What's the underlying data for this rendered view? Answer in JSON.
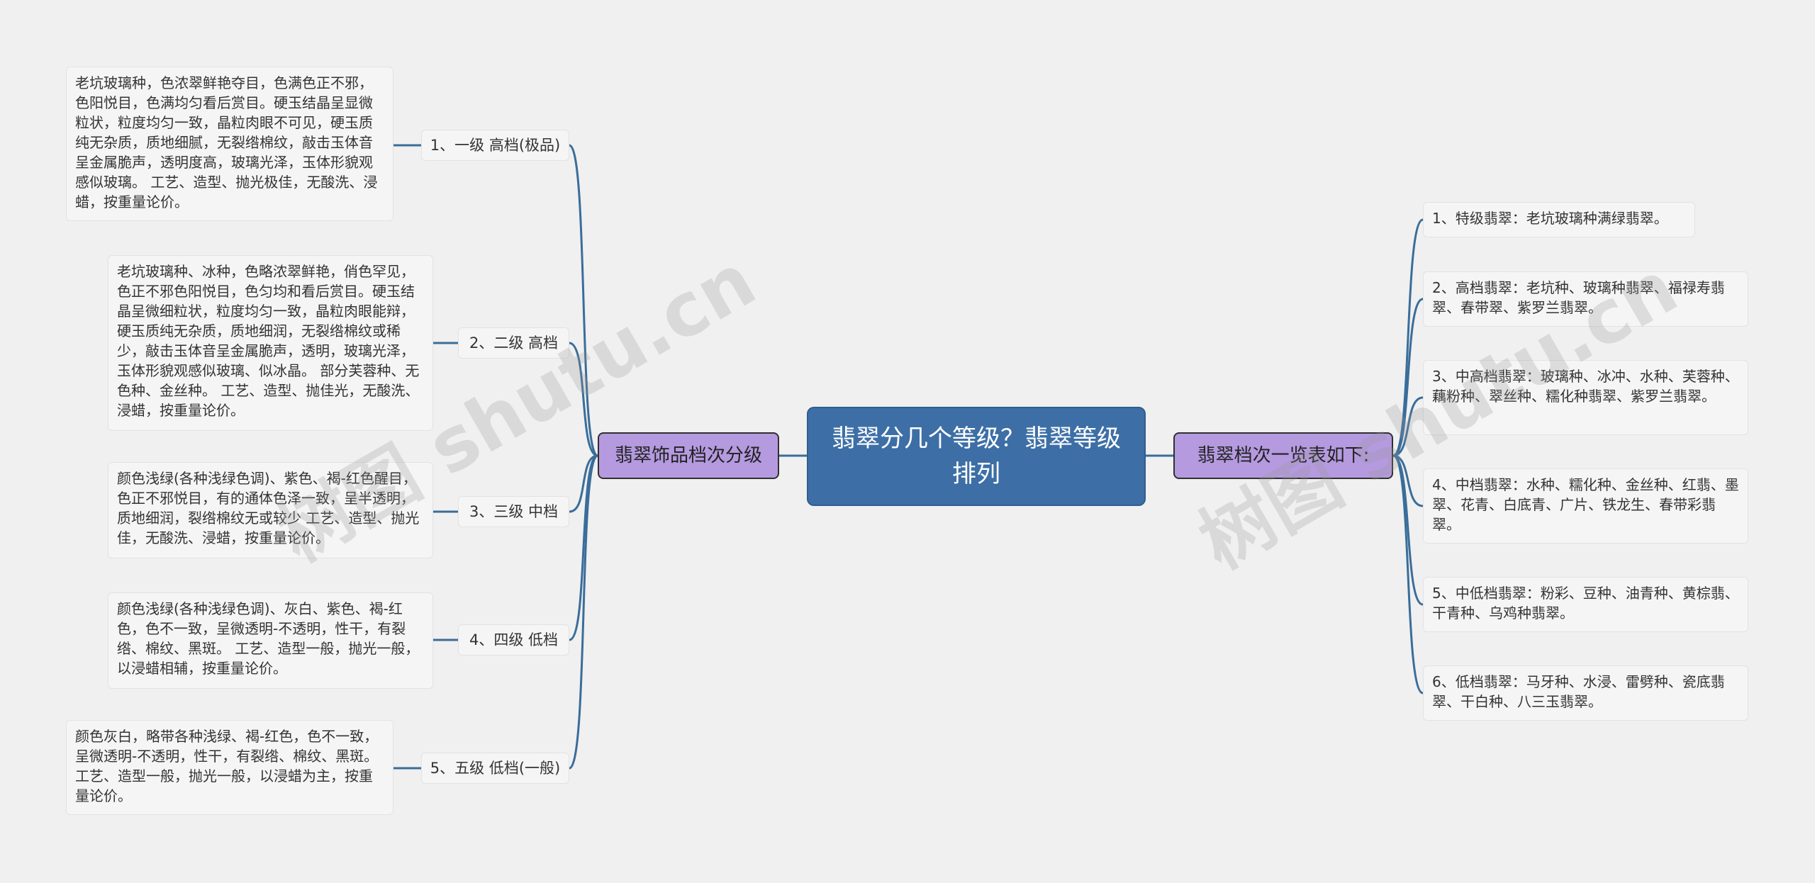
{
  "root": {
    "title": "翡翠分几个等级？翡翠等级排列"
  },
  "left_branch": {
    "title": "翡翠饰品档次分级",
    "grades": [
      {
        "label": "1、一级 高档(极品)",
        "detail": "老坑玻璃种，色浓翠鲜艳夺目，色满色正不邪，色阳悦目，色满均匀看后赏目。硬玉结晶呈显微粒状，粒度均匀一致，晶粒肉眼不可见，硬玉质纯无杂质，质地细腻，无裂绺棉纹，敲击玉体音呈金属脆声，透明度高，玻璃光泽，玉体形貌观感似玻璃。 工艺、造型、抛光极佳，无酸洗、浸蜡，按重量论价。"
      },
      {
        "label": "2、二级 高档",
        "detail": "老坑玻璃种、冰种，色略浓翠鲜艳，俏色罕见，色正不邪色阳悦目，色匀均和看后赏目。硬玉结晶呈微细粒状，粒度均匀一致，晶粒肉眼能辩，硬玉质纯无杂质，质地细润，无裂绺棉纹或稀少，敲击玉体音呈金属脆声，透明，玻璃光泽，玉体形貌观感似玻璃、似冰晶。 部分芙蓉种、无色种、金丝种。 工艺、造型、抛佳光，无酸洗、浸蜡，按重量论价。"
      },
      {
        "label": "3、三级 中档",
        "detail": "颜色浅绿(各种浅绿色调)、紫色、褐-红色醒目，色正不邪悦目，有的通体色泽一致，呈半透明，质地细润，裂绺棉纹无或较少 工艺、造型、抛光佳，无酸洗、浸蜡，按重量论价。"
      },
      {
        "label": "4、四级 低档",
        "detail": "颜色浅绿(各种浅绿色调)、灰白、紫色、褐-红色，色不一致，呈微透明-不透明，性干，有裂绺、棉纹、黑斑。 工艺、造型一般，抛光一般，以浸蜡相辅，按重量论价。"
      },
      {
        "label": "5、五级 低档(一般)",
        "detail": "颜色灰白，略带各种浅绿、褐-红色，色不一致，呈微透明-不透明，性干，有裂绺、棉纹、黑斑。 工艺、造型一般，抛光一般，以浸蜡为主，按重量论价。"
      }
    ]
  },
  "right_branch": {
    "title": "翡翠档次一览表如下:",
    "items": [
      "1、特级翡翠：老坑玻璃种满绿翡翠。",
      "2、高档翡翠：老坑种、玻璃种翡翠、福禄寿翡翠、春带翠、紫罗兰翡翠。",
      "3、中高档翡翠：玻璃种、冰冲、水种、芙蓉种、藕粉种、翠丝种、糯化种翡翠、紫罗兰翡翠。",
      "4、中档翡翠：水种、糯化种、金丝种、红翡、墨翠、花青、白底青、广片、铁龙生、春带彩翡翠。",
      "5、中低档翡翠：粉彩、豆种、油青种、黄棕翡、干青种、乌鸡种翡翠。",
      "6、低档翡翠：马牙种、水浸、雷劈种、瓷底翡翠、干白种、八三玉翡翠。"
    ]
  },
  "watermarks": [
    "树图 shutu.cn",
    "树图 shutu.cn"
  ],
  "colors": {
    "root": "#3d6fa6",
    "branch": "#b59adf",
    "link": "#3a6d9a",
    "background": "#f0f0f0"
  }
}
